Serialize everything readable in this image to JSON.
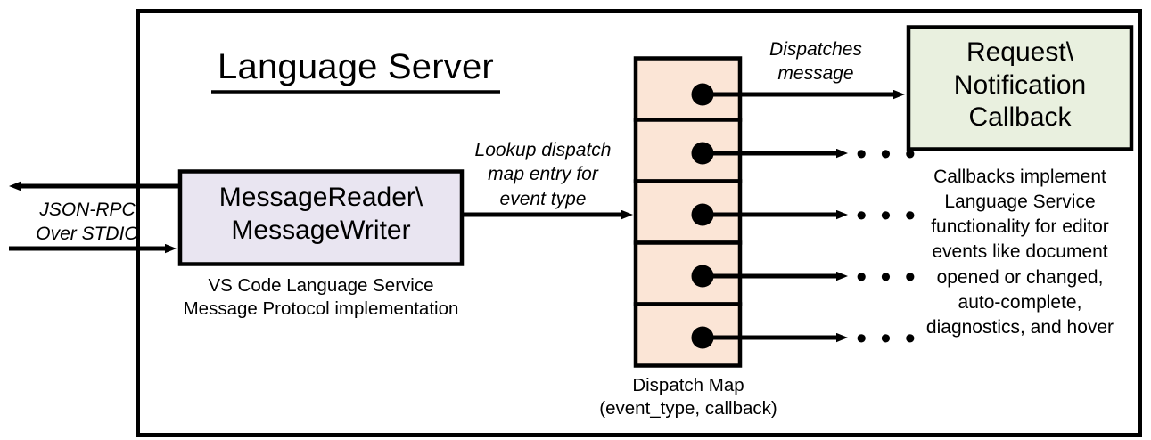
{
  "diagram": {
    "title": "Language Server",
    "frame": {
      "stroke": "#000000",
      "fill": "#ffffff"
    },
    "external_flow": {
      "label": "JSON-RPC\nOver STDIO",
      "outbound_direction": "left",
      "inbound_direction": "right"
    },
    "message_box": {
      "label": "MessageReader\\\nMessageWriter",
      "fill": "#E9E5F1",
      "stroke": "#000000",
      "caption": "VS Code Language Service\nMessage Protocol implementation"
    },
    "lookup_edge": {
      "label": "Lookup dispatch\nmap entry for\nevent type"
    },
    "dispatch_map": {
      "caption": "Dispatch Map\n(event_type, callback)",
      "fill": "#FBE5D6",
      "stroke": "#000000",
      "rows": [
        {
          "index": 1,
          "target": "Request\\Notification Callback"
        },
        {
          "index": 2,
          "target": "..."
        },
        {
          "index": 3,
          "target": "..."
        },
        {
          "index": 4,
          "target": "..."
        },
        {
          "index": 5,
          "target": "..."
        }
      ]
    },
    "dispatch_edge": {
      "label": "Dispatches\nmessage"
    },
    "callback_box": {
      "label": "Request\\\nNotification\nCallback",
      "fill": "#E9F0DF",
      "stroke": "#000000"
    },
    "callback_note": "Callbacks implement\nLanguage Service\nfunctionality for editor\nevents like document\nopened or changed,\nauto-complete,\ndiagnostics, and hover",
    "ellipsis_glyph": "• • •"
  }
}
